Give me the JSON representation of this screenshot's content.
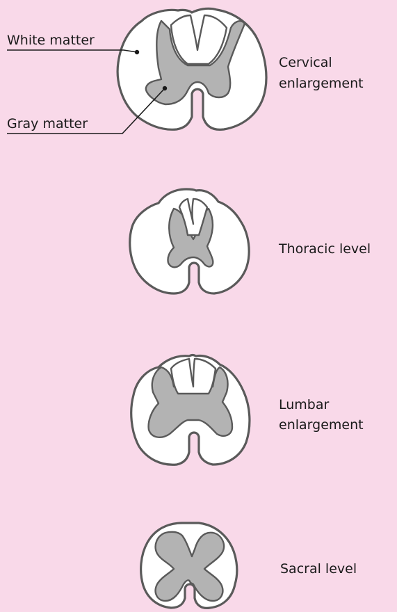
{
  "labels": {
    "white_matter": "White matter",
    "gray_matter": "Gray matter"
  },
  "levels": [
    {
      "line1": "Cervical",
      "line2": "enlargement"
    },
    {
      "line1": "Thoracic level",
      "line2": ""
    },
    {
      "line1": "Lumbar",
      "line2": "enlargement"
    },
    {
      "line1": "Sacral level",
      "line2": ""
    }
  ],
  "colors": {
    "background": "#f9d9e9",
    "white_matter": "#ffffff",
    "gray_matter": "#b3b3b3",
    "outline": "#5a5a5a"
  }
}
